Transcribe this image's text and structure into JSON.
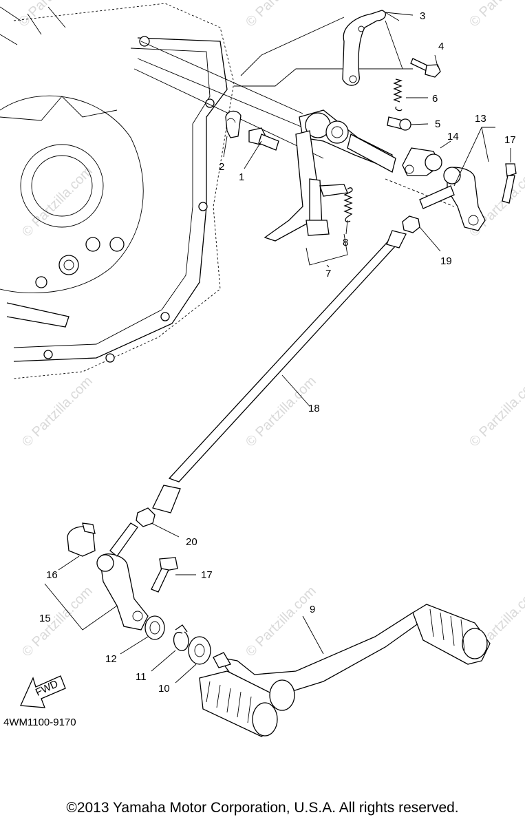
{
  "watermark": "© Partzilla.com",
  "diagram_code": "4WM1100-9170",
  "copyright": "©2013  Yamaha Motor Corporation, U.S.A. All rights reserved.",
  "fwd_label": "FWD",
  "callouts": {
    "c1": "1",
    "c2": "2",
    "c3": "3",
    "c4": "4",
    "c5": "5",
    "c6": "6",
    "c7": "7",
    "c8": "8",
    "c9": "9",
    "c10": "10",
    "c11": "11",
    "c12": "12",
    "c13": "13",
    "c14": "14",
    "c15": "15",
    "c16": "16",
    "c17a": "17",
    "c17b": "17",
    "c18": "18",
    "c19": "19",
    "c20": "20"
  }
}
